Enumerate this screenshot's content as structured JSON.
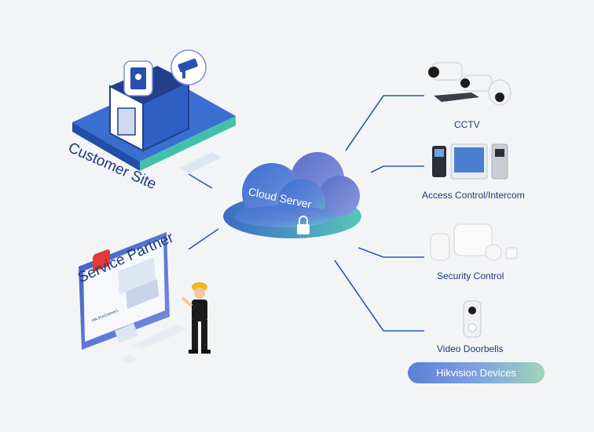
{
  "customer_site": {
    "label": "Customer Site"
  },
  "service_partner": {
    "label": "Service Partner",
    "app_label": "Hik-ProConnect"
  },
  "cloud": {
    "label": "Cloud Server"
  },
  "devices": [
    {
      "label": "CCTV"
    },
    {
      "label": "Access Control/Intercom"
    },
    {
      "label": "Security Control"
    },
    {
      "label": "Video Doorbells"
    }
  ],
  "badge": {
    "label": "Hikvision Devices"
  },
  "colors": {
    "navy": "#1e3a78",
    "cloud_blue": "#4a77d0",
    "teal": "#3fb7a6",
    "line": "#2d5aa8"
  }
}
